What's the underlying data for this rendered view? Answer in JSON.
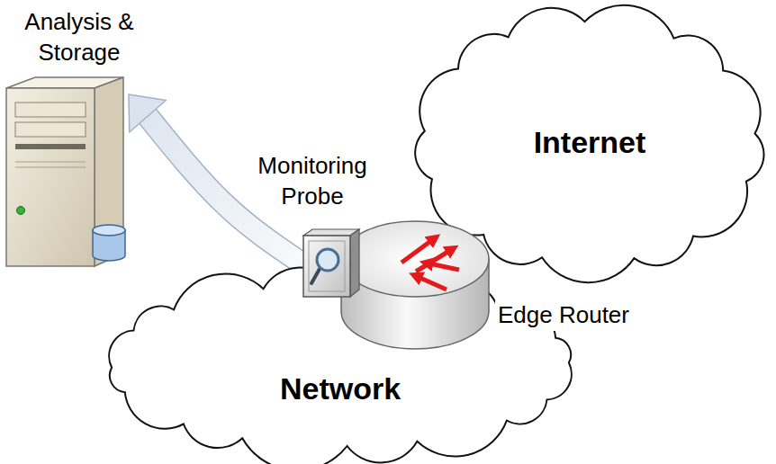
{
  "diagram": {
    "nodes": [
      {
        "text": [
          "Analysis & Storage"
        ]
      },
      {
        "text": [
          "Internet"
        ]
      },
      {
        "text": [
          "Monitoring Probe"
        ]
      },
      {
        "text": [
          "Edge Router"
        ]
      },
      {
        "text": [
          "Network"
        ]
      }
    ],
    "edges": [
      {
        "from": 2,
        "to": 0,
        "arrow": "to"
      }
    ]
  }
}
